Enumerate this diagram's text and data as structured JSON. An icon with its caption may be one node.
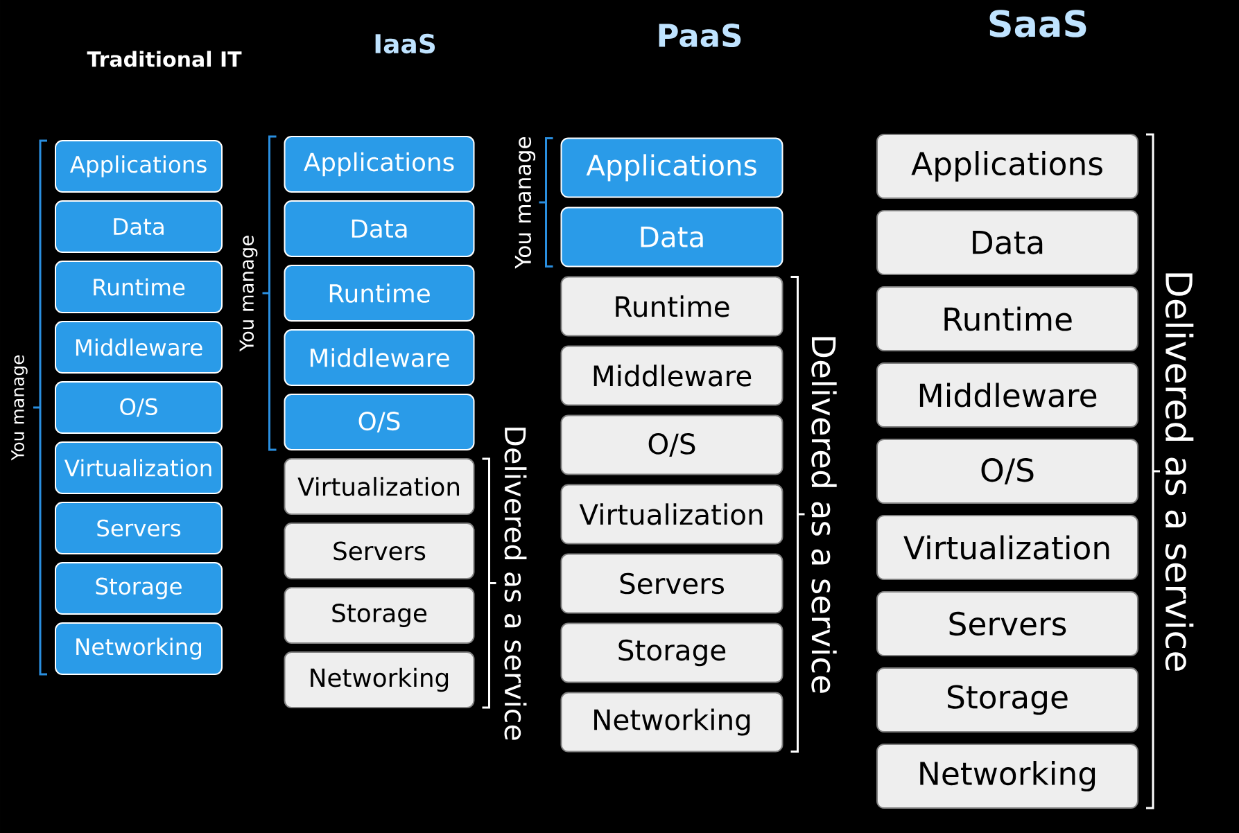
{
  "diagram": {
    "nodes": [
      {
        "text": [
          "Applications"
        ]
      },
      {
        "text": [
          "Data"
        ]
      },
      {
        "text": [
          "Runtime"
        ]
      },
      {
        "text": [
          "Middleware"
        ]
      },
      {
        "text": [
          "O/S"
        ]
      },
      {
        "text": [
          "Virtualization"
        ]
      },
      {
        "text": [
          "Servers"
        ]
      },
      {
        "text": [
          "Storage"
        ]
      },
      {
        "text": [
          "Networking"
        ]
      },
      {
        "text": [
          "Applications"
        ]
      },
      {
        "text": [
          "Data"
        ]
      },
      {
        "text": [
          "Runtime"
        ]
      },
      {
        "text": [
          "Middleware"
        ]
      },
      {
        "text": [
          "O/S"
        ]
      },
      {
        "text": [
          "Virtualization"
        ]
      },
      {
        "text": [
          "Servers"
        ]
      },
      {
        "text": [
          "Storage"
        ]
      },
      {
        "text": [
          "Networking"
        ]
      },
      {
        "text": [
          "Applications"
        ]
      },
      {
        "text": [
          "Data"
        ]
      },
      {
        "text": [
          "Runtime"
        ]
      },
      {
        "text": [
          "Middleware"
        ]
      },
      {
        "text": [
          "O/S"
        ]
      },
      {
        "text": [
          "Virtualization"
        ]
      },
      {
        "text": [
          "Servers"
        ]
      },
      {
        "text": [
          "Storage"
        ]
      },
      {
        "text": [
          "Networking"
        ]
      },
      {
        "text": [
          "Applications"
        ]
      },
      {
        "text": [
          "Data"
        ]
      },
      {
        "text": [
          "Runtime"
        ]
      },
      {
        "text": [
          "Middleware"
        ]
      },
      {
        "text": [
          "O/S"
        ]
      },
      {
        "text": [
          "Virtualization"
        ]
      },
      {
        "text": [
          "Servers"
        ]
      },
      {
        "text": [
          "Storage"
        ]
      },
      {
        "text": [
          "Networking"
        ]
      }
    ],
    "labels": [
      "Traditional IT",
      "IaaS",
      "PaaS",
      "SaaS",
      "You manage",
      "You manage",
      "Delivered as a service",
      "You manage",
      "Delivered as a service",
      "Delivered as a service"
    ]
  }
}
